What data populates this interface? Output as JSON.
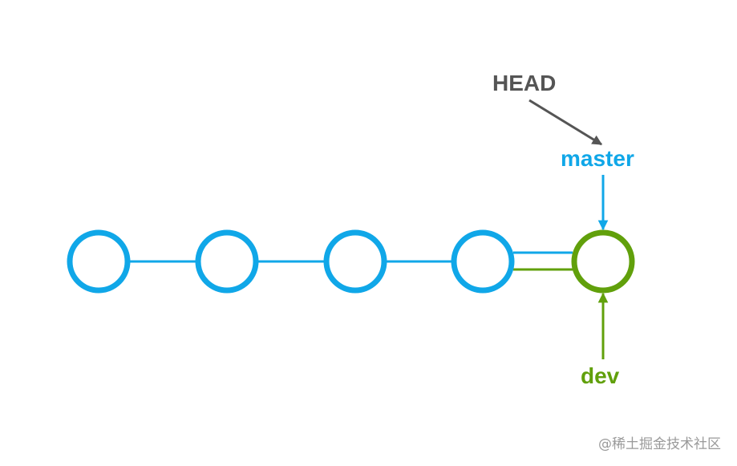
{
  "diagram": {
    "head_label": "HEAD",
    "master_label": "master",
    "dev_label": "dev",
    "commits": [
      {
        "branch": "master"
      },
      {
        "branch": "master"
      },
      {
        "branch": "master"
      },
      {
        "branch": "master"
      },
      {
        "branch": "dev"
      }
    ]
  },
  "colors": {
    "master": "#10a7e8",
    "dev": "#61a00b",
    "head": "#555555",
    "watermark": "#9a9a9a",
    "background": "#ffffff"
  },
  "watermark": "@稀土掘金技术社区"
}
